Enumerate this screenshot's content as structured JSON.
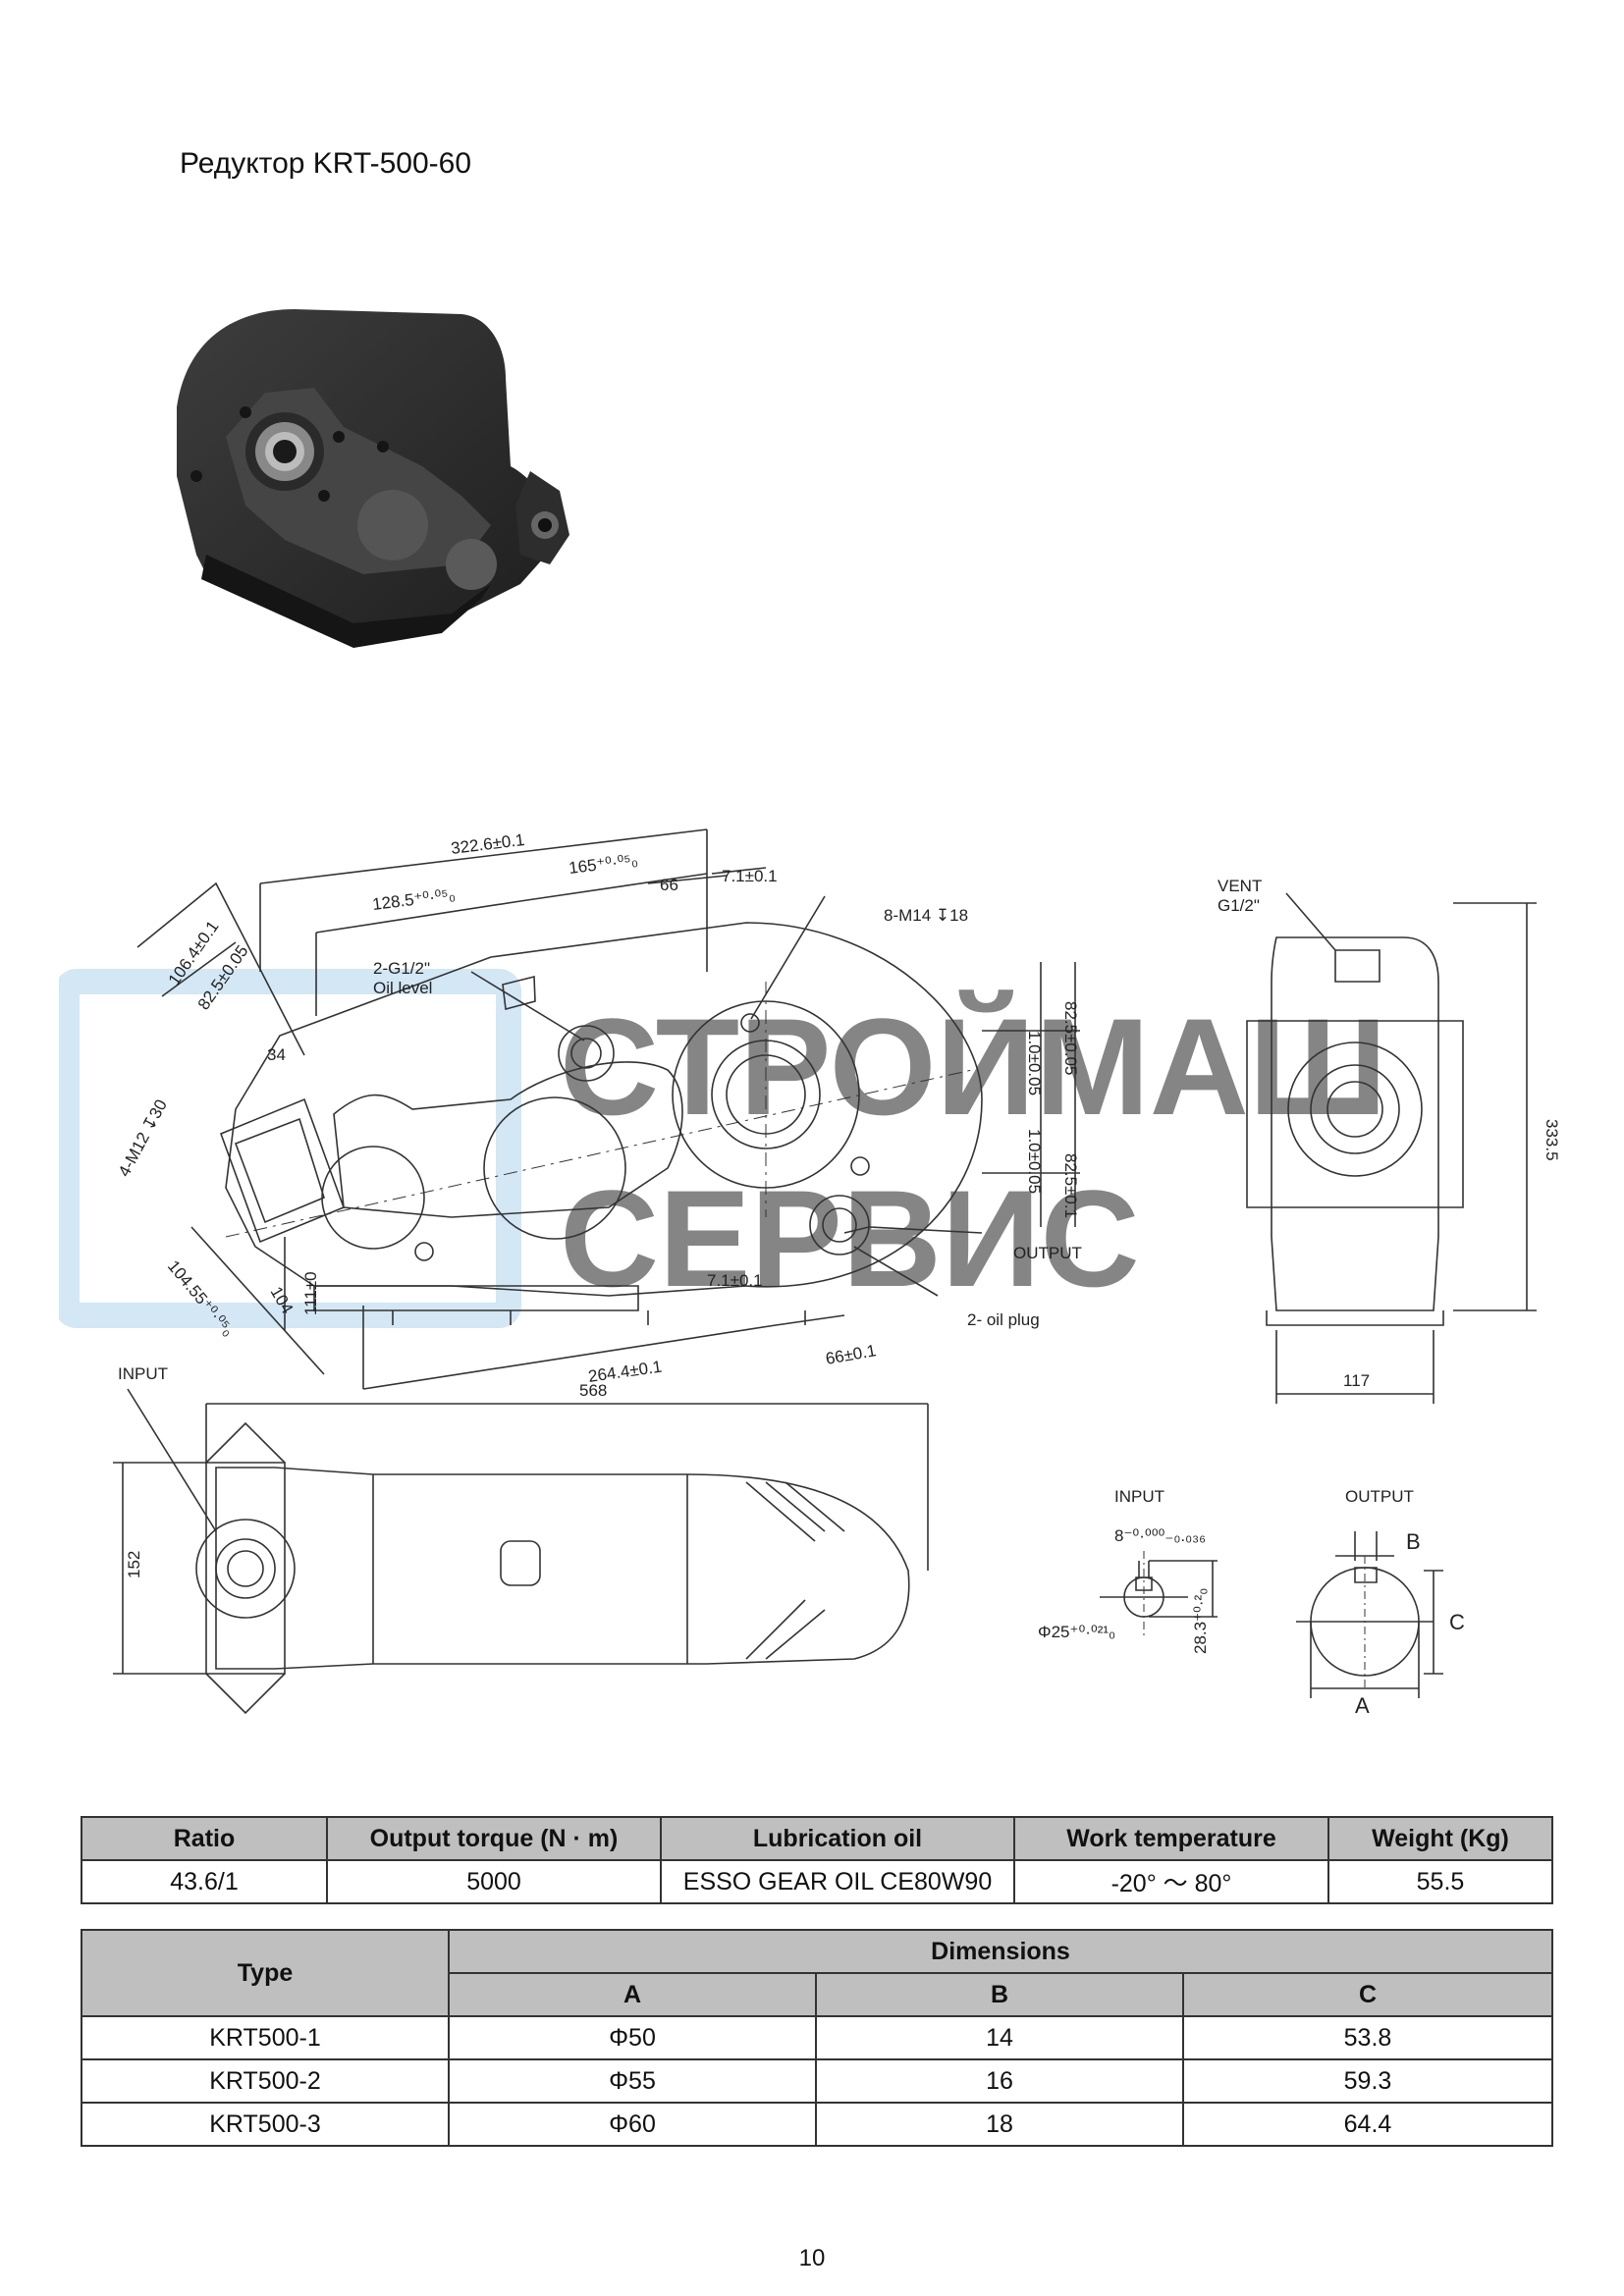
{
  "title": "Редуктор KRT-500-60",
  "watermark": {
    "line1": "СТРОЙМАШ",
    "line2": "СЕРВИС",
    "color": "#9ec9e8"
  },
  "drawing": {
    "side_view": {
      "dim_overall": "322.6±0.1",
      "dim_165": "165⁺⁰·⁰⁵₀",
      "dim_128": "128.5⁺⁰·⁰⁵₀",
      "dim_66_top": "66",
      "dim_7_top": "7.1±0.1",
      "dim_106": "106.4±0.1",
      "dim_82_5": "82.5±0.05",
      "dim_34": "34",
      "bolts_label": "4-M12 ↧30",
      "bolt_holes_label": "8-M14 ↧18",
      "oil_level_label1": "2-G1/2\"",
      "oil_level_label2": "Oil level",
      "dim_right_top": "82.5±0.05",
      "dim_right_mid": "1.0±0.05",
      "dim_right_mid2": "1.0±0.05",
      "dim_right_bottom": "82.5±0.1",
      "output_label": "OUTPUT",
      "oil_plug_label": "2- oil plug",
      "dim_7_bottom": "7.1±0.1",
      "dim_104": "104.55⁺⁰·⁰⁵₀",
      "dim_104b": "104",
      "dim_111": "111±0",
      "dim_66_bottom": "66±0.1",
      "dim_264": "264.4±0.1"
    },
    "end_view": {
      "vent_label1": "VENT",
      "vent_label2": "G1/2\"",
      "dim_height": "333.5",
      "dim_width": "117"
    },
    "top_view": {
      "input_label": "INPUT",
      "dim_length": "568",
      "dim_height": "152"
    },
    "input_shaft": {
      "label": "INPUT",
      "dim_key": "8⁻⁰·⁰⁰⁰₋₀.₀₃₆",
      "dim_diameter": "Φ25⁺⁰·⁰²¹₀",
      "dim_depth": "28.3⁺⁰·²₀"
    },
    "output_shaft": {
      "label": "OUTPUT",
      "dim_b": "B",
      "dim_c": "C",
      "dim_a": "A"
    }
  },
  "spec_table": {
    "headers": [
      "Ratio",
      "Output torque (N · m)",
      "Lubrication oil",
      "Work temperature",
      "Weight (Kg)"
    ],
    "row": [
      "43.6/1",
      "5000",
      "ESSO GEAR OIL CE80W90",
      "-20° ～ 80°",
      "55.5"
    ]
  },
  "dims_table": {
    "type_header": "Type",
    "dimensions_header": "Dimensions",
    "sub_headers": [
      "A",
      "B",
      "C"
    ],
    "rows": [
      [
        "KRT500-1",
        "Φ50",
        "14",
        "53.8"
      ],
      [
        "KRT500-2",
        "Φ55",
        "16",
        "59.3"
      ],
      [
        "KRT500-3",
        "Φ60",
        "18",
        "64.4"
      ]
    ]
  },
  "page_number": "10"
}
